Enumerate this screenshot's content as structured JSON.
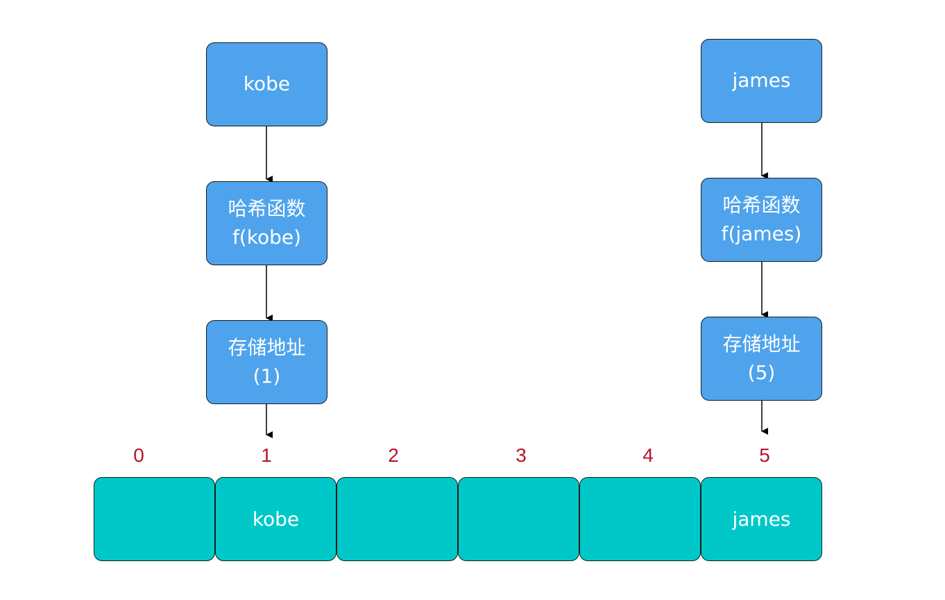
{
  "colors": {
    "node_fill": "#4ea3ec",
    "cell_fill": "#00c8c8",
    "index_text": "#b5142b",
    "border": "#1a1a1a"
  },
  "left_chain": {
    "key": "kobe",
    "hash_title": "哈希函数",
    "hash_call": "f(kobe)",
    "address_title": "存储地址",
    "address_value": "(1)"
  },
  "right_chain": {
    "key": "james",
    "hash_title": "哈希函数",
    "hash_call": "f(james)",
    "address_title": "存储地址",
    "address_value": "(5)"
  },
  "array": {
    "indices": [
      "0",
      "1",
      "2",
      "3",
      "4",
      "5"
    ],
    "cells": [
      "",
      "kobe",
      "",
      "",
      "",
      "james"
    ]
  }
}
